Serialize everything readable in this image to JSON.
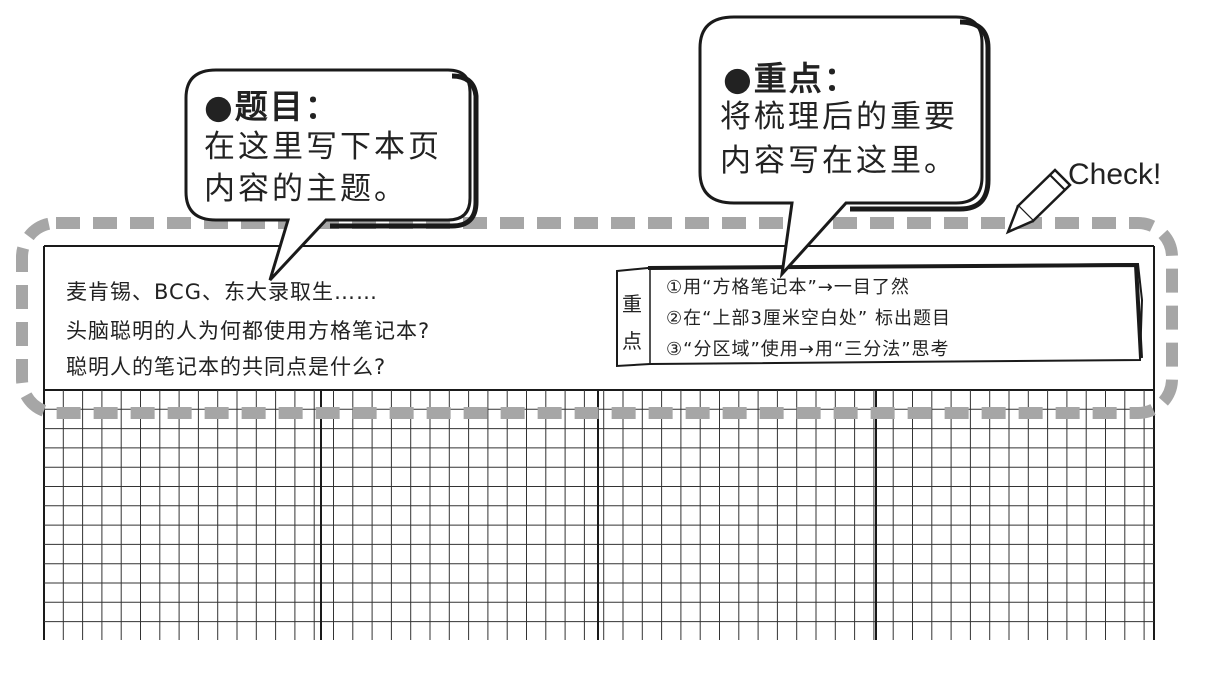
{
  "title_bubble": {
    "title": "●题目：",
    "lines": [
      "在这里写下本页",
      "内容的主题。"
    ]
  },
  "key_bubble": {
    "title": "●重点：",
    "lines": [
      "将梳理后的重要",
      "内容写在这里。"
    ]
  },
  "check_label": "Check!",
  "notebook": {
    "question_lines": [
      "麦肯锡、BCG、东大录取生……",
      "头脑聪明的人为何都使用方格笔记本?",
      "聪明人的笔记本的共同点是什么?"
    ],
    "key_points": {
      "side_label": [
        "重",
        "点"
      ],
      "items": [
        "①用“方格笔记本”→一目了然",
        "②在“上部3厘米空白处” 标出题目",
        "③“分区域”使用→用“三分法”思考"
      ]
    }
  },
  "colors": {
    "dashed_frame": "#a6a6a6",
    "outline": "#1a1a1a",
    "grid_line": "#333333",
    "fill": "#ffffff"
  }
}
